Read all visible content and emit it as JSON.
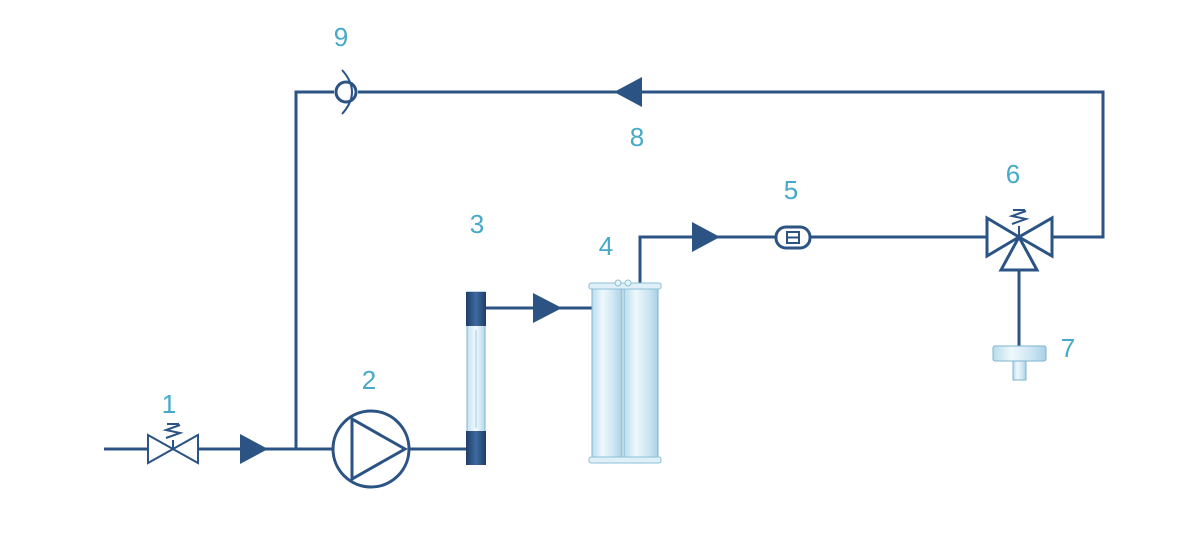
{
  "diagram": {
    "labels": {
      "n1": "1",
      "n2": "2",
      "n3": "3",
      "n4": "4",
      "n5": "5",
      "n6": "6",
      "n7": "7",
      "n8": "8",
      "n9": "9"
    },
    "colors": {
      "pipe": "#2b5384",
      "label": "#45a9c9",
      "vessel_fill": "#d6edf7",
      "vessel_light": "#eaf6fb"
    }
  }
}
